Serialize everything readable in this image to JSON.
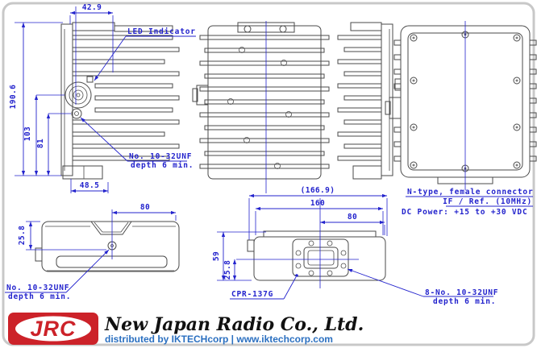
{
  "colors": {
    "drawing_line": "#4a4a4a",
    "dimension_blue": "#2323cd",
    "logo_red": "#cc2229",
    "distributor_blue": "#2a6fc0",
    "border_gray": "#c8c8c8"
  },
  "dimensions": {
    "side_view": {
      "width_top": "42.9",
      "height_overall": "190.6",
      "height_connector": "103",
      "height_screw": "81",
      "depth_bottom": "48.5"
    },
    "front_view": {
      "width_overall": "(166.9)",
      "width_body": "160",
      "width_center_to_edge": "80",
      "height_body": "59",
      "height_center_to_bottom": "25.8"
    },
    "top_view": {
      "width_center_to_edge": "80",
      "depth_screw": "25.8"
    }
  },
  "annotations": {
    "led": "LED Indicator",
    "side_screw": [
      "No. 10-32UNF",
      "depth 6 min."
    ],
    "top_screw": [
      "No. 10-32UNF",
      "depth 6 min."
    ],
    "flange_type": "CPR-137G",
    "flange_screws": [
      "8-No. 10-32UNF",
      "depth 6 min."
    ],
    "connector": [
      "N-type, female connector",
      "IF / Ref. (10MHz)",
      "DC Power: +15 to +30 VDC"
    ]
  },
  "footer": {
    "logo": "JRC",
    "company": "New Japan Radio Co., Ltd.",
    "distribution": "distributed by IKTECHcorp | www.iktechcorp.com"
  }
}
